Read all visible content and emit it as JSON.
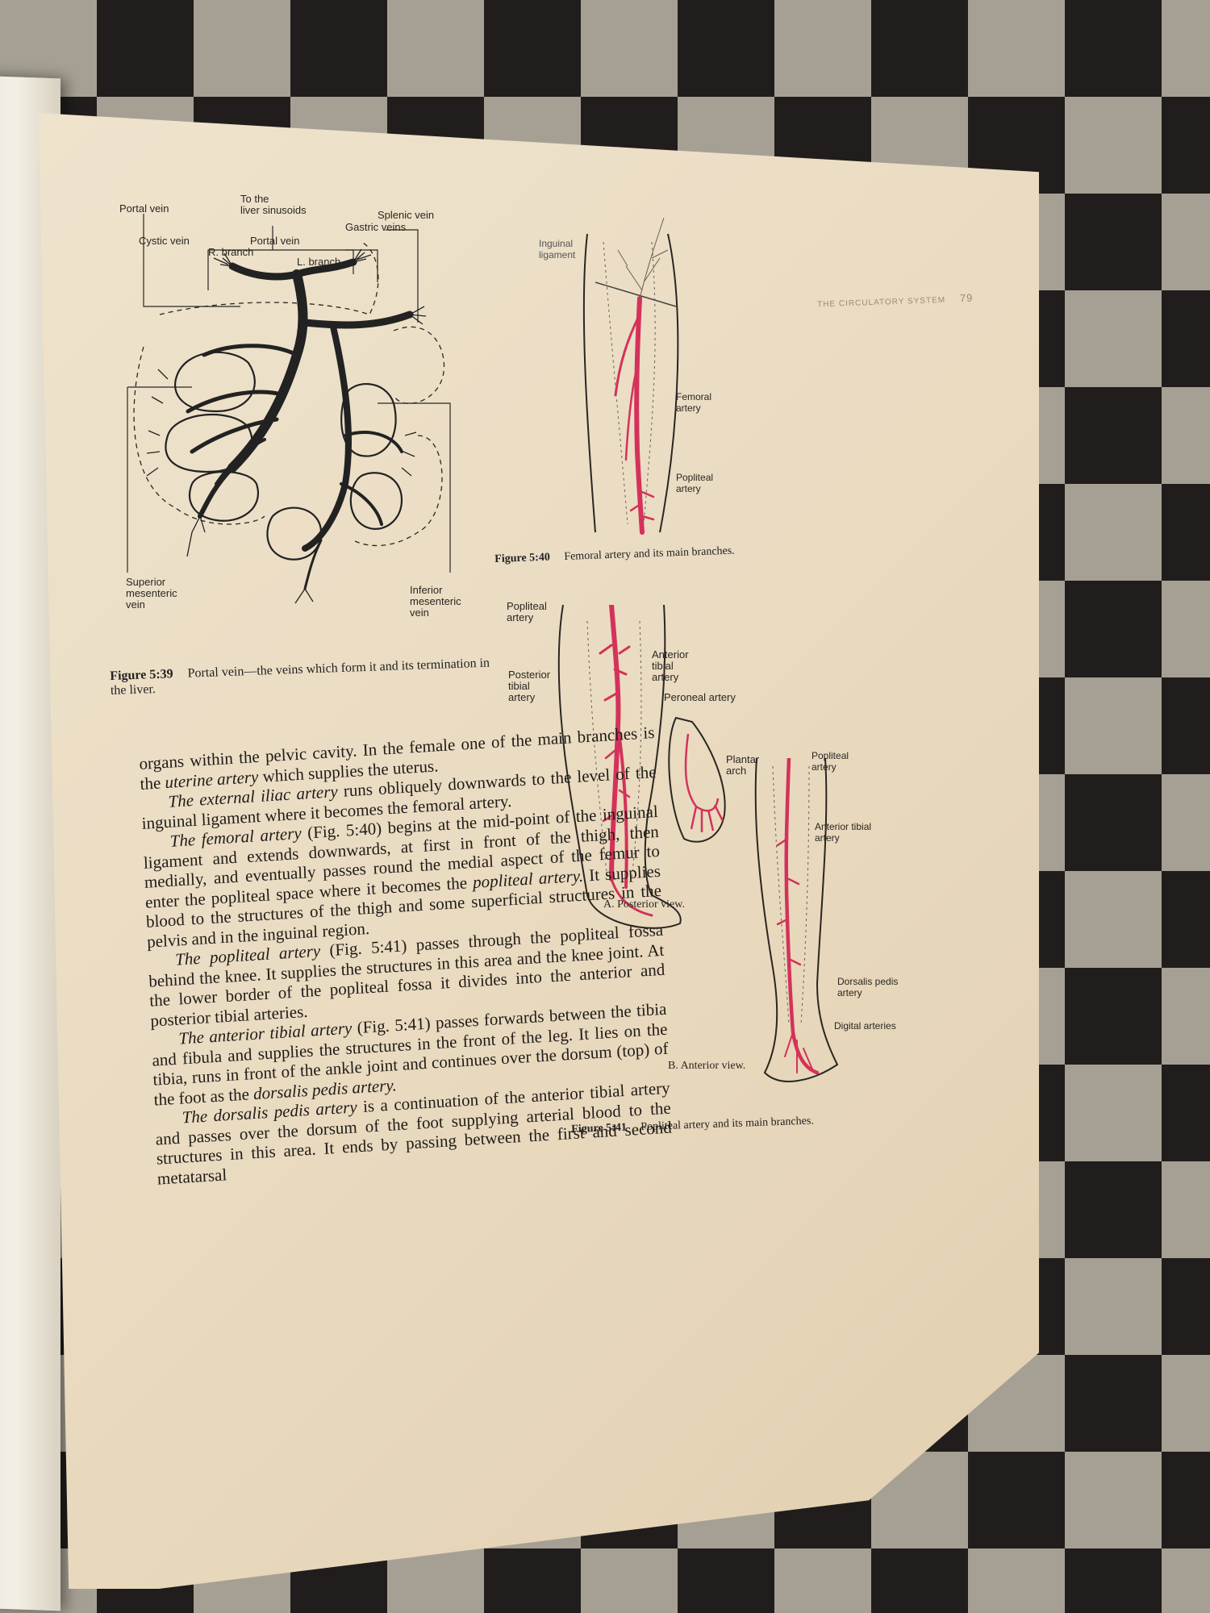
{
  "header": {
    "running_title": "THE CIRCULATORY SYSTEM",
    "page_number": "79"
  },
  "fig39": {
    "labels": {
      "portal_vein_top": "Portal vein",
      "to_liver": "To the\nliver sinusoids",
      "splenic": "Splenic vein",
      "gastric": "Gastric veins",
      "cystic": "Cystic vein",
      "portal_vein": "Portal vein",
      "r_branch": "R. branch",
      "l_branch": "L. branch",
      "superior": "Superior\nmesenteric\nvein",
      "inferior": "Inferior\nmesenteric\nvein"
    },
    "caption_number": "Figure 5:39",
    "caption_text": "Portal vein—the veins which form it and its termination in the liver."
  },
  "fig40": {
    "labels": {
      "inguinal": "Inguinal\nligament",
      "femoral": "Femoral\nartery",
      "popliteal": "Popliteal\nartery"
    },
    "caption_number": "Figure 5:40",
    "caption_text": "Femoral artery and its main branches."
  },
  "fig41": {
    "labels": {
      "popliteal_a": "Popliteal\nartery",
      "anterior_tibial_a": "Anterior\ntibial\nartery",
      "posterior_tibial": "Posterior\ntibial\nartery",
      "peroneal": "Peroneal artery",
      "plantar": "Plantar\narch",
      "view_a": "A. Posterior view.",
      "popliteal_b": "Popliteal\nartery",
      "anterior_tibial_b": "Anterior tibial\nartery",
      "dorsalis": "Dorsalis pedis\nartery",
      "digital": "Digital arteries",
      "view_b": "B. Anterior view."
    },
    "caption_number": "Figure 5:41",
    "caption_text": "Popliteal artery and its main branches."
  },
  "body": {
    "p1": {
      "text_a": "organs within the pelvic cavity. In the female one of the main branches is the ",
      "em": "uterine artery",
      "text_b": " which supplies the uterus."
    },
    "p2": {
      "em": "The external iliac artery",
      "text_b": " runs obliquely downwards to the level of the inguinal ligament where it becomes the femoral artery."
    },
    "p3": {
      "em": "The femoral artery",
      "text_b": " (Fig. 5:40) begins at the mid-point of the inguinal ligament and extends downwards, at first in front of the thigh, then medially, and eventually passes round the medial aspect of the femur to enter the popliteal space where it becomes the ",
      "em2": "popliteal artery.",
      "text_c": " It supplies blood to the structures of the thigh and some superficial structures in the pelvis and in the inguinal region."
    },
    "p4": {
      "em": "The popliteal artery",
      "text_b": " (Fig. 5:41) passes through the popliteal fossa behind the knee. It supplies the structures in this area and the knee joint. At the lower border of the popliteal fossa it divides into the anterior and posterior tibial arteries."
    },
    "p5": {
      "em": "The anterior tibial artery",
      "text_b": " (Fig. 5:41) passes forwards between the tibia and fibula and supplies the structures in the front of the leg. It lies on the tibia, runs in front of the ankle joint and continues over the dorsum (top) of the foot as the ",
      "em2": "dorsalis pedis artery."
    },
    "p6": {
      "em": "The dorsalis pedis artery",
      "text_b": " is a continuation of the anterior tibial artery and passes over the dorsum of the foot supplying arterial blood to the structures in this area. It ends by passing between the first and second metatarsal"
    }
  },
  "colors": {
    "artery": "#d4325a",
    "vein": "#222222",
    "paper": "#ebdec6"
  }
}
